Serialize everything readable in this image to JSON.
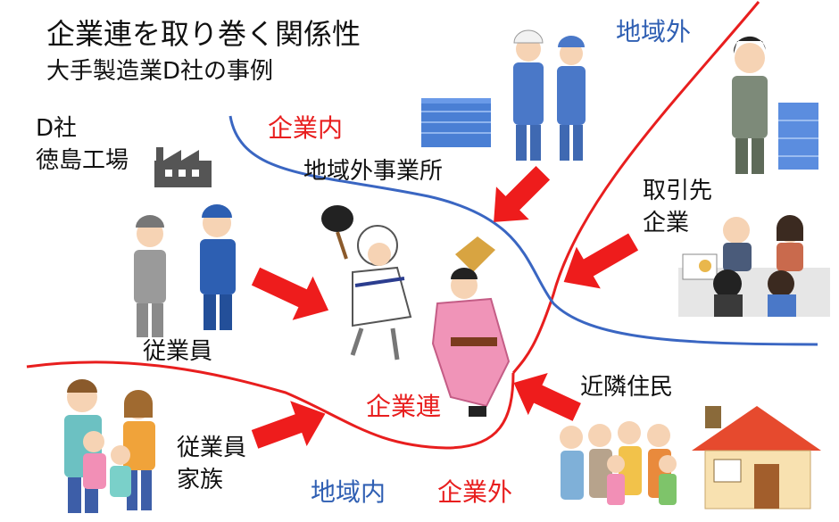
{
  "title": "企業連を取り巻く関係性",
  "subtitle": "大手製造業D社の事例",
  "factory_label": [
    "D社",
    "徳島工場"
  ],
  "zones": {
    "inside_company": "企業内",
    "outside_region": "地域外",
    "inside_region": "地域内",
    "outside_company": "企業外"
  },
  "center": "企業連",
  "groups": {
    "employees": "従業員",
    "external_office": "地域外事業所",
    "business_partner": [
      "取引先",
      "企業"
    ],
    "neighbors": "近隣住民",
    "families": [
      "従業員",
      "家族"
    ]
  },
  "colors": {
    "red_line": "#e81e1e",
    "blue_line": "#3a66c2",
    "arrow": "#ee1c1c"
  },
  "icons": [
    "factory-icon",
    "office-building-icon",
    "construction-workers-icon",
    "businessman-icon",
    "meeting-icon",
    "employees-icon",
    "awa-odori-dancers-icon",
    "family-icon",
    "house-icon",
    "neighbors-icon"
  ]
}
